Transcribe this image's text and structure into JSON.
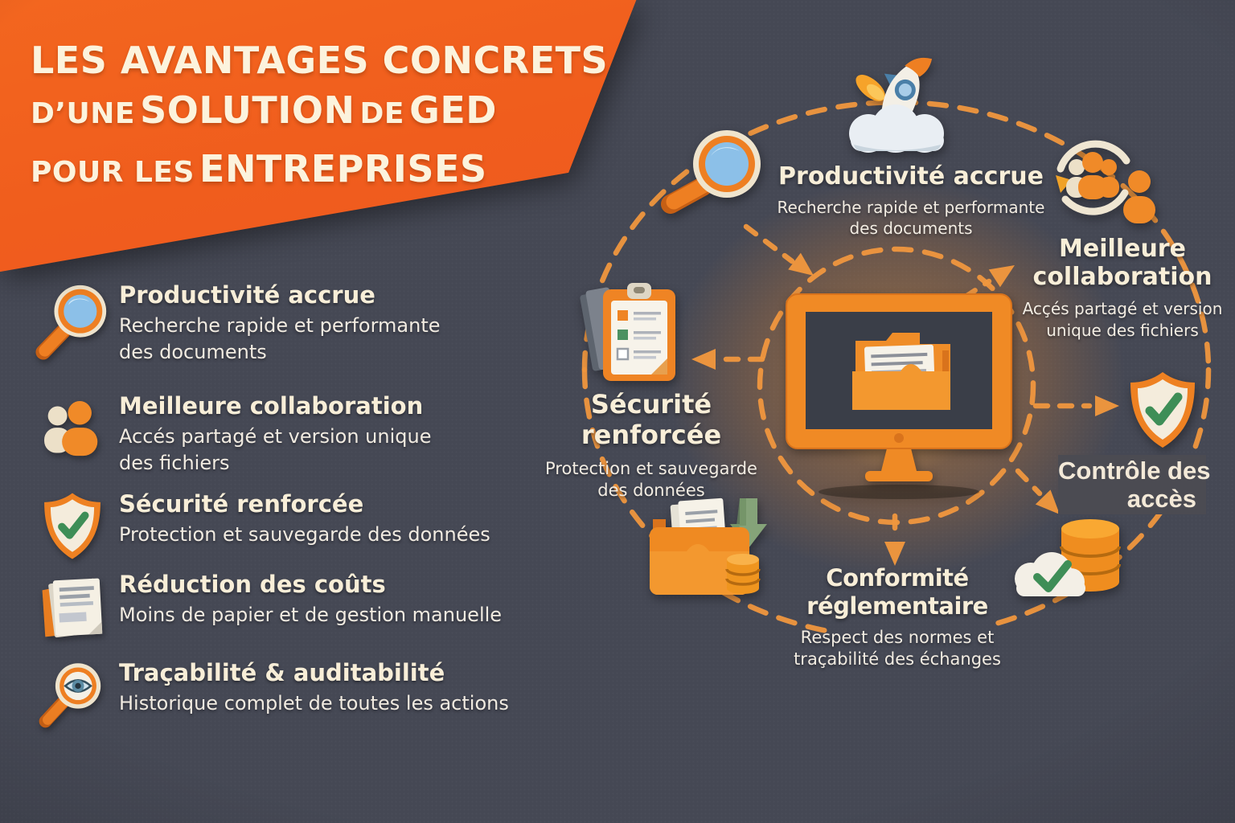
{
  "colors": {
    "background": "#454854",
    "banner_orange": "#f05d1d",
    "cream_text": "#f8eed8",
    "body_text": "#f1ebe1",
    "accent_orange": "#f08a28",
    "dash_orange": "#f0973e",
    "check_green": "#3e8e57",
    "lens_blue": "#8cc0e8",
    "patch_gray": "#4b4b52"
  },
  "banner": {
    "line1": "LES AVANTAGES CONCRETS",
    "line2_small1": "D’UNE",
    "line2_big1": "SOLUTION",
    "line2_small2": "DE",
    "line2_big2": "GED",
    "line3_small": "POUR LES",
    "line3_big": "ENTREPRISES"
  },
  "benefits": [
    {
      "icon": "magnifier-icon",
      "title": "Productivité accrue",
      "line1": "Recherche rapide et performante",
      "line2": "des documents"
    },
    {
      "icon": "people-icon",
      "title": "Meilleure collaboration",
      "line1": "Accés partagé et version unique",
      "line2": "des fichiers"
    },
    {
      "icon": "shield-check-icon",
      "title": "Sécurité renforcée",
      "line1": "Protection et sauvegarde des données"
    },
    {
      "icon": "documents-icon",
      "title": "Réduction des coûts",
      "line1": "Moins de papier et de gestion manuelle"
    },
    {
      "icon": "eye-magnifier-icon",
      "title": "Traçabilité & auditabilité",
      "line1": "Historique complet de toutes les actions"
    }
  ],
  "diagram": {
    "productivite": {
      "icon": "rocket-cloud-icon",
      "title": "Productivité accrue",
      "line1": "Recherche rapide et performante",
      "line2": "des documents"
    },
    "collaboration": {
      "icon": "people-sync-icon",
      "title1": "Meilleure",
      "title2": "collaboration",
      "line1": "Acçés partagé et version",
      "line2": "unique des fichiers"
    },
    "controle": {
      "icon": "shield-check-icon",
      "title1": "Contrôle des",
      "title2": "accès"
    },
    "conformite": {
      "icon": "cloud-database-check-icon",
      "title1": "Conformité",
      "title2": "réglementaire",
      "line1": "Respect des normes et",
      "line2": "traçabilité des échanges"
    },
    "securite": {
      "icon": "clipboard-checklist-icon",
      "title1": "Sécurité",
      "title2": "renforcée",
      "line1": "Protection et sauvegarde",
      "line2": "des données"
    },
    "archivage_icon": "folder-archive-icon",
    "recherche_icon": "magnifier-icon",
    "center_icon": "monitor-folder-icon"
  }
}
